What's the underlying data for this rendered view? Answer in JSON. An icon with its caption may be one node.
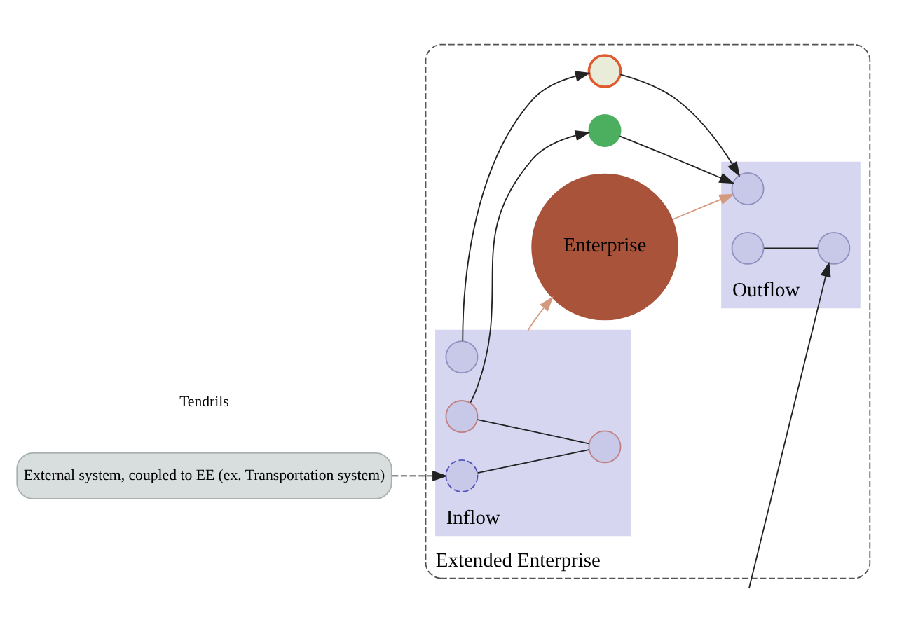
{
  "diagram": {
    "nodes": [
      {
        "text": [
          "External system, coupled to EE (ex. Transportation system)"
        ]
      },
      {
        "text": [
          "Extended Enterprise"
        ]
      },
      {
        "text": [
          "Inflow"
        ],
        "in": 1
      },
      {
        "text": [],
        "shape": "circle",
        "in": 2
      },
      {
        "text": [],
        "shape": "circle",
        "in": 2
      },
      {
        "text": [],
        "shape": "circle",
        "in": 2
      },
      {
        "text": [],
        "shape": "circle",
        "in": 2
      },
      {
        "text": [
          "Enterprise"
        ],
        "in": 1
      },
      {
        "text": [
          "Outflow"
        ],
        "in": 1
      },
      {
        "text": [],
        "shape": "circle",
        "in": 8
      },
      {
        "text": [],
        "shape": "circle",
        "in": 8
      },
      {
        "text": [],
        "shape": "circle",
        "in": 8
      },
      {
        "text": [],
        "shape": "circle",
        "in": 1
      },
      {
        "text": [],
        "shape": "circle",
        "in": 1
      }
    ],
    "edges": [
      {
        "from": 0,
        "to": 3,
        "arrow": "to",
        "style": "dashed"
      },
      {
        "from": 3,
        "to": 6,
        "arrow": "none"
      },
      {
        "from": 4,
        "to": 6,
        "arrow": "none"
      },
      {
        "from": 4,
        "to": 13,
        "arrow": "to"
      },
      {
        "from": 5,
        "to": 12,
        "arrow": "to"
      },
      {
        "from": 2,
        "to": 7,
        "arrow": "to",
        "color": "#d49a80"
      },
      {
        "from": 7,
        "to": 9,
        "arrow": "to",
        "color": "#d49a80"
      },
      {
        "from": 12,
        "to": 9,
        "arrow": "to"
      },
      {
        "from": 13,
        "to": 9,
        "arrow": "to"
      },
      {
        "from": 10,
        "to": 11,
        "arrow": "none"
      },
      {
        "from": null,
        "to": 11,
        "arrow": "to"
      }
    ],
    "labels": [
      "Tendrils"
    ]
  }
}
